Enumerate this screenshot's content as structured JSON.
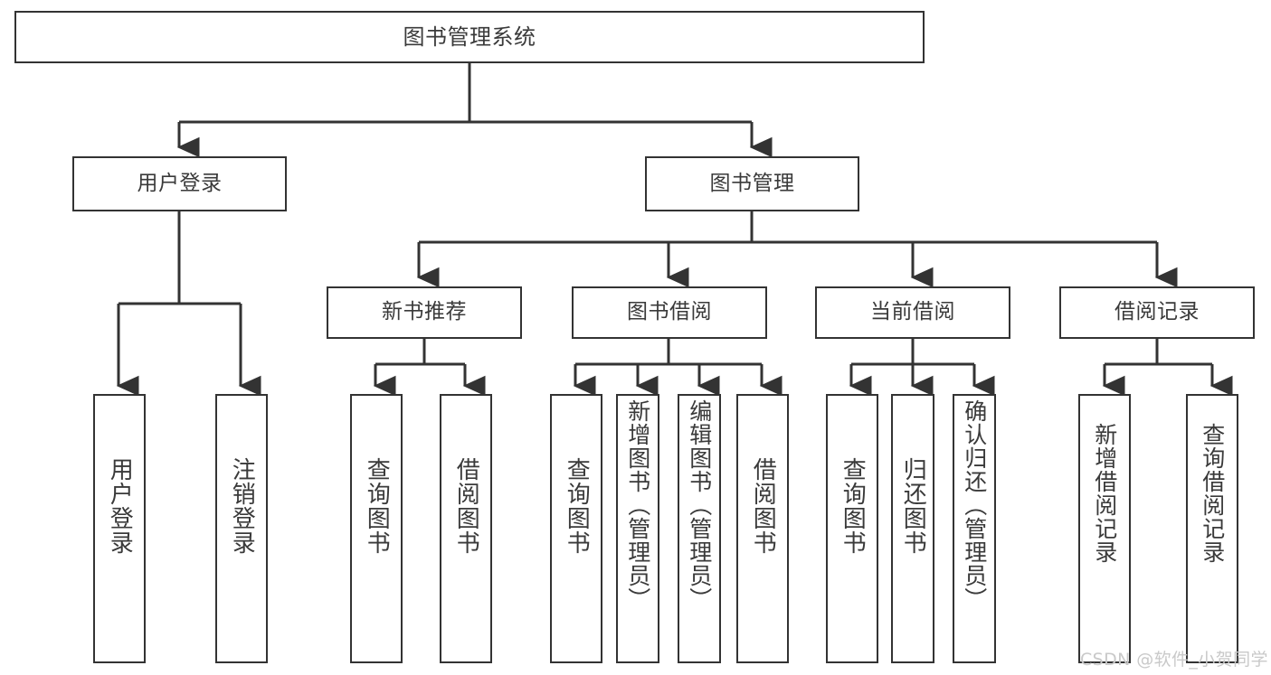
{
  "diagram": {
    "title": "图书管理系统",
    "type": "functional-structure-tree",
    "background": "#ffffff",
    "line_color": "#333333",
    "text_color": "#3a3a3a"
  },
  "nodes": {
    "root": {
      "label": "图书管理系统"
    },
    "level2": [
      {
        "label": "用户登录"
      },
      {
        "label": "图书管理"
      }
    ],
    "level3": [
      {
        "label": "新书推荐"
      },
      {
        "label": "图书借阅"
      },
      {
        "label": "当前借阅"
      },
      {
        "label": "借阅记录"
      }
    ],
    "leaves": {
      "user_login": [
        {
          "label": "用户登录"
        },
        {
          "label": "注销登录"
        }
      ],
      "new_book": [
        {
          "label": "查询图书"
        },
        {
          "label": "借阅图书"
        }
      ],
      "book_borrow": [
        {
          "label": "查询图书"
        },
        {
          "label": "新增图书（管理员）"
        },
        {
          "label": "编辑图书（管理员）"
        },
        {
          "label": "借阅图书"
        }
      ],
      "current_borrow": [
        {
          "label": "查询图书"
        },
        {
          "label": "归还图书"
        },
        {
          "label": "确认归还（管理员）"
        }
      ],
      "borrow_record": [
        {
          "label": "新增借阅记录"
        },
        {
          "label": "查询借阅记录"
        }
      ]
    }
  },
  "watermark": {
    "text": "CSDN @软件_小贺同学"
  }
}
